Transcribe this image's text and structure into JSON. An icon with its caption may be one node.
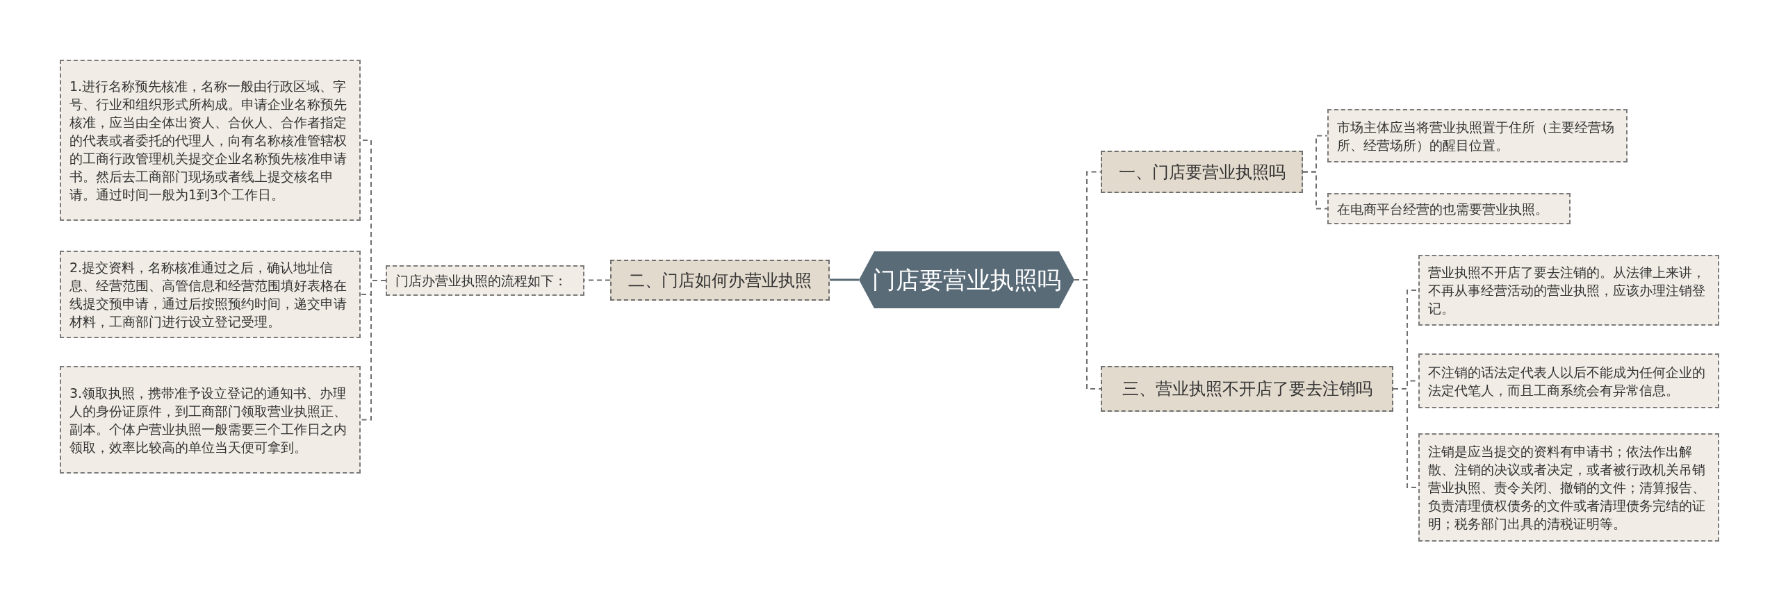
{
  "diagram": {
    "nodes": [
      {
        "text": [
          "门店要营业执照吗"
        ]
      },
      {
        "text": [
          "一、门店要营业执照吗"
        ]
      },
      {
        "text": [
          "市场主体应当将营业执照置于住所（主要经营场所、经营场所）的醒目位置。"
        ]
      },
      {
        "text": [
          "在电商平台经营的也需要营业执照。"
        ]
      },
      {
        "text": [
          "二、门店如何办营业执照"
        ]
      },
      {
        "text": [
          "门店办营业执照的流程如下："
        ]
      },
      {
        "text": [
          "1.进行名称预先核准，名称一般由行政区域、字号、行业和组织形式所构成。申请企业名称预先核准，应当由全体出资人、合伙人、合作者指定的代表或者委托的代理人，向有名称核准管辖权的工商行政管理机关提交企业名称预先核准申请书。然后去工商部门现场或者线上提交核名申请。通过时间一般为1到3个工作日。"
        ]
      },
      {
        "text": [
          "2.提交资料，名称核准通过之后，确认地址信息、经营范围、高管信息和经营范围填好表格在线提交预申请，通过后按照预约时间，递交申请材料，工商部门进行设立登记受理。"
        ]
      },
      {
        "text": [
          "3.领取执照，携带准予设立登记的通知书、办理人的身份证原件，到工商部门领取营业执照正、副本。个体户营业执照一般需要三个工作日之内领取，效率比较高的单位当天便可拿到。"
        ]
      },
      {
        "text": [
          "三、营业执照不开店了要去注销吗"
        ]
      },
      {
        "text": [
          "营业执照不开店了要去注销的。从法律上来讲，不再从事经营活动的营业执照，应该办理注销登记。"
        ]
      },
      {
        "text": [
          "不注销的话法定代表人以后不能成为任何企业的法定代笔人，而且工商系统会有异常信息。"
        ]
      },
      {
        "text": [
          "注销是应当提交的资料有申请书；依法作出解散、注销的决议或者决定，或者被行政机关吊销营业执照、责令关闭、撤销的文件；清算报告、负责清理债权债务的文件或者清理债务完结的证明；税务部门出具的清税证明等。"
        ]
      }
    ],
    "edges": [
      {
        "from": 0,
        "to": 1,
        "arrow": "none",
        "style": "dashed"
      },
      {
        "from": 1,
        "to": 2,
        "arrow": "none",
        "style": "dashed"
      },
      {
        "from": 1,
        "to": 3,
        "arrow": "none",
        "style": "dashed"
      },
      {
        "from": 0,
        "to": 4,
        "arrow": "none"
      },
      {
        "from": 4,
        "to": 5,
        "arrow": "none",
        "style": "dashed"
      },
      {
        "from": 5,
        "to": 6,
        "arrow": "none",
        "style": "dashed"
      },
      {
        "from": 5,
        "to": 7,
        "arrow": "none",
        "style": "dashed"
      },
      {
        "from": 5,
        "to": 8,
        "arrow": "none",
        "style": "dashed"
      },
      {
        "from": 0,
        "to": 9,
        "arrow": "none",
        "style": "dashed"
      },
      {
        "from": 9,
        "to": 10,
        "arrow": "none",
        "style": "dashed"
      },
      {
        "from": 9,
        "to": 11,
        "arrow": "none",
        "style": "dashed"
      },
      {
        "from": 9,
        "to": 12,
        "arrow": "none",
        "style": "dashed"
      }
    ]
  }
}
